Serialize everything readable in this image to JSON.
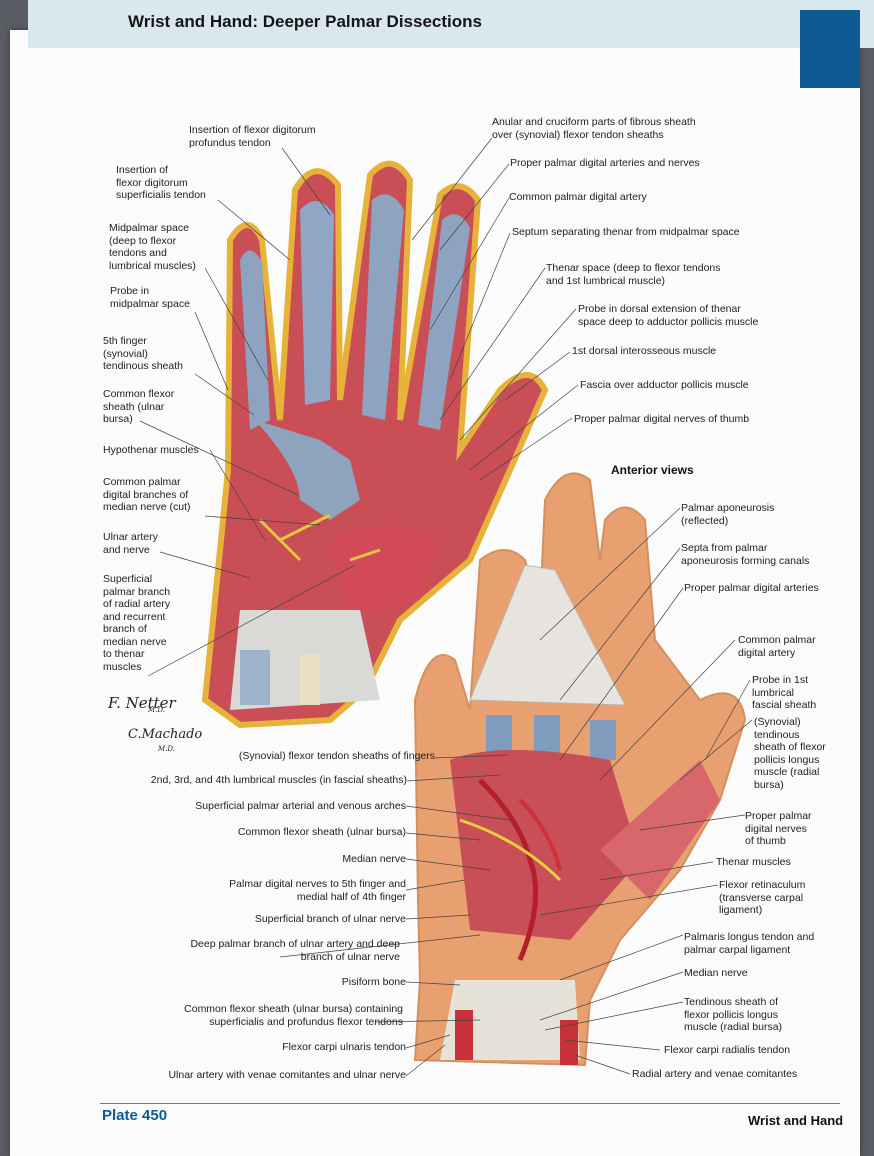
{
  "header": {
    "title": "Wrist and Hand: Deeper Palmar Dissections"
  },
  "upper_labels": {
    "insertion_fdp": "Insertion of flexor digitorum\nprofundus tendon",
    "insertion_fds": "Insertion of\nflexor digitorum\nsuperficialis tendon",
    "midpalmar_space": "Midpalmar space\n(deep to flexor\ntendons and\nlumbrical muscles)",
    "probe_midpalmar": "Probe in\nmidpalmar space",
    "fifth_finger_sheath": "5th finger\n(synovial)\ntendinous sheath",
    "common_flexor_sheath": "Common flexor\nsheath (ulnar\nbursa)",
    "hypothenar": "Hypothenar muscles",
    "common_palmar_digital_branches": "Common palmar\ndigital branches of\nmedian nerve (cut)",
    "ulnar_artery_nerve": "Ulnar artery\nand nerve",
    "superficial_palmar_branch": "Superficial\npalmar branch\nof radial artery\nand recurrent\nbranch of\nmedian nerve\nto thenar\nmuscles",
    "anular_cruciform": "Anular and cruciform parts of fibrous sheath\nover (synovial) flexor tendon sheaths",
    "proper_palmar_arteries_nerves": "Proper palmar digital arteries and nerves",
    "common_palmar_digital_artery": "Common palmar digital artery",
    "septum": "Septum separating thenar from midpalmar space",
    "thenar_space": "Thenar space (deep to flexor tendons\nand 1st lumbrical muscle)",
    "probe_dorsal_extension": "Probe in dorsal extension of thenar\nspace deep to adductor pollicis muscle",
    "first_dorsal_interosseous": "1st dorsal interosseous muscle",
    "fascia_adductor": "Fascia over adductor pollicis muscle",
    "proper_nerves_thumb": "Proper palmar digital nerves of thumb"
  },
  "view_label": "Anterior views",
  "lower_right_labels": {
    "palmar_aponeurosis": "Palmar aponeurosis\n(reflected)",
    "septa": "Septa from palmar\naponeurosis forming canals",
    "proper_palmar_arteries": "Proper palmar digital arteries",
    "common_palmar_artery": "Common palmar\ndigital artery",
    "probe_lumbrical": "Probe in 1st\nlumbrical\nfascial sheath",
    "fpl_sheath": "(Synovial)\ntendinous\nsheath of flexor\npollicis longus\nmuscle (radial\nbursa)",
    "proper_nerves_thumb": "Proper palmar\ndigital nerves\nof thumb",
    "thenar_muscles": "Thenar muscles",
    "flexor_retinaculum": "Flexor retinaculum\n(transverse carpal\nligament)",
    "palmaris_longus": "Palmaris longus tendon and\npalmar carpal ligament",
    "median_nerve": "Median nerve",
    "tendinous_sheath_fpl": "Tendinous sheath of\nflexor pollicis longus\nmuscle (radial bursa)",
    "flexor_carpi_radialis": "Flexor carpi radialis tendon",
    "radial_artery": "Radial artery and venae comitantes"
  },
  "lower_left_labels": {
    "synovial_sheaths": "(Synovial) flexor tendon sheaths of fingers",
    "lumbricals": "2nd, 3rd, and 4th lumbrical muscles (in fascial sheaths)",
    "arches": "Superficial palmar arterial and venous arches",
    "common_flexor_sheath": "Common flexor sheath (ulnar bursa)",
    "median_nerve": "Median nerve",
    "palmar_digital_nerves": "Palmar digital nerves to 5th finger and\nmedial half of 4th finger",
    "superficial_ulnar": "Superficial branch of ulnar nerve",
    "deep_palmar": "Deep palmar branch of ulnar artery and deep\nbranch of ulnar nerve",
    "pisiform": "Pisiform bone",
    "common_flexor_containing": "Common flexor sheath (ulnar bursa) containing\nsuperficialis and profundus flexor tendons",
    "fcu": "Flexor carpi ulnaris tendon",
    "ulnar_artery_venae": "Ulnar artery with venae comitantes and ulnar nerve"
  },
  "signatures": {
    "netter": "F. Netter",
    "netter_md": "M.D.",
    "machado": "C.Machado",
    "machado_md": "M.D."
  },
  "footer": {
    "plate": "Plate 450",
    "section": "Wrist and Hand"
  }
}
